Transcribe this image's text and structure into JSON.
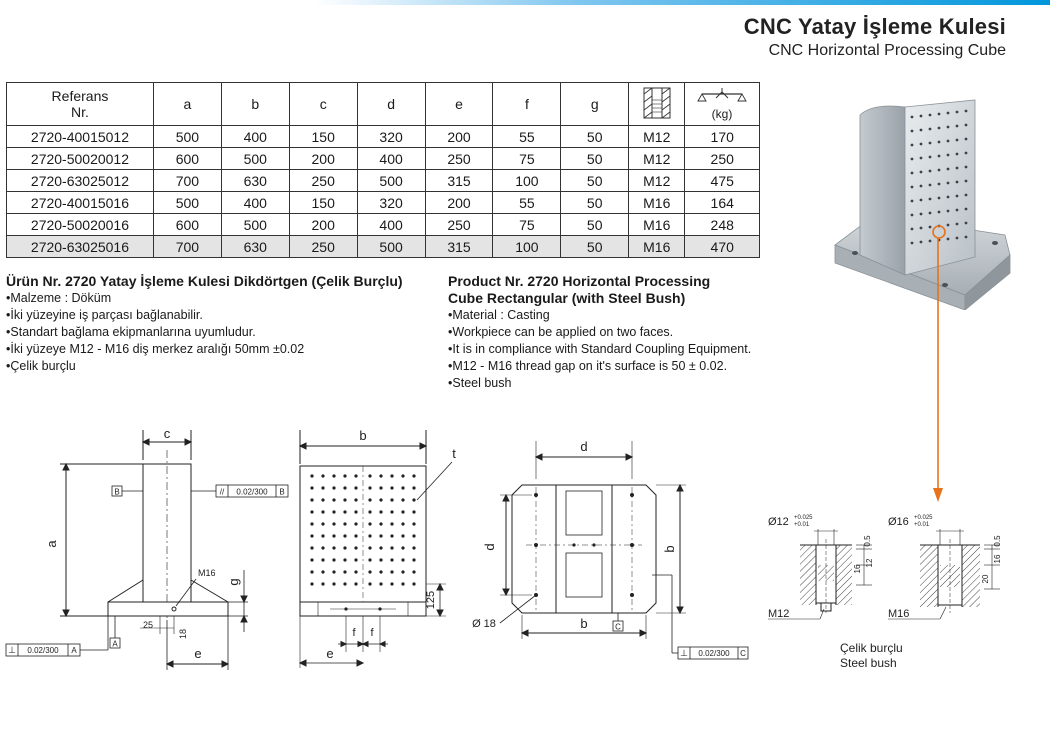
{
  "header": {
    "title_tr": "CNC Yatay İşleme Kulesi",
    "title_en": "CNC Horizontal Processing Cube"
  },
  "table": {
    "header_ref_line1": "Referans",
    "header_ref_line2": "Nr.",
    "columns": [
      "a",
      "b",
      "c",
      "d",
      "e",
      "f",
      "g"
    ],
    "weight_label": "(kg)",
    "rows": [
      [
        "2720-40015012",
        "500",
        "400",
        "150",
        "320",
        "200",
        "55",
        "50",
        "M12",
        "170"
      ],
      [
        "2720-50020012",
        "600",
        "500",
        "200",
        "400",
        "250",
        "75",
        "50",
        "M12",
        "250"
      ],
      [
        "2720-63025012",
        "700",
        "630",
        "250",
        "500",
        "315",
        "100",
        "50",
        "M12",
        "475"
      ],
      [
        "2720-40015016",
        "500",
        "400",
        "150",
        "320",
        "200",
        "55",
        "50",
        "M16",
        "164"
      ],
      [
        "2720-50020016",
        "600",
        "500",
        "200",
        "400",
        "250",
        "75",
        "50",
        "M16",
        "248"
      ],
      [
        "2720-63025016",
        "700",
        "630",
        "250",
        "500",
        "315",
        "100",
        "50",
        "M16",
        "470"
      ]
    ]
  },
  "desc_tr": {
    "title": "Ürün Nr. 2720 Yatay İşleme Kulesi Dikdörtgen (Çelik Burçlu)",
    "items": [
      "Malzeme : Döküm",
      "İki yüzeyine iş parçası bağlanabilir.",
      "Standart bağlama ekipmanlarına uyumludur.",
      "İki yüzeye M12 - M16 diş merkez aralığı 50mm ±0.02",
      "Çelik burçlu"
    ]
  },
  "desc_en": {
    "title_line1": "Product Nr. 2720 Horizontal Processing",
    "title_line2": "Cube Rectangular (with Steel Bush)",
    "items": [
      "Material : Casting",
      "Workpiece can be applied on two faces.",
      "It is in compliance with Standard Coupling Equipment.",
      "M12 -  M16 thread gap on it's surface is 50 ± 0.02.",
      "Steel bush"
    ]
  },
  "drawing_side": {
    "dim_c": "c",
    "dim_a": "a",
    "dim_e": "e",
    "dim_g": "g",
    "datum_b": "B",
    "datum_a": "A",
    "tol_parallel": "0.02/300",
    "tol_parallel_ref": "B",
    "tol_perp": "0.02/300",
    "tol_perp_ref": "A",
    "thread": "M16",
    "dim_25": "25",
    "dim_18": "18"
  },
  "drawing_front": {
    "dim_b": "b",
    "dim_t": "t",
    "dim_e": "e",
    "dim_f1": "f",
    "dim_f2": "f",
    "dim_125": "125"
  },
  "drawing_top": {
    "dim_d_top": "d",
    "dim_d_left": "d",
    "dim_b_right": "b",
    "dim_b_bottom": "b",
    "hole": "Ø 18",
    "datum_c": "C",
    "tol_perp": "0.02/300",
    "tol_perp_ref": "C"
  },
  "bush": {
    "m12_dia": "Ø12",
    "m12_tol_up": "+0.025",
    "m12_tol_low": "+0.01",
    "m12_d05": "0.5",
    "m12_d16": "16",
    "m12_d12": "12",
    "m12_label": "M12",
    "m16_dia": "Ø16",
    "m16_tol_up": "+0.025",
    "m16_tol_low": "+0.01",
    "m16_d05": "0.5",
    "m16_d16": "16",
    "m16_d20": "20",
    "m16_label": "M16",
    "caption_tr": "Çelik burçlu",
    "caption_en": "Steel bush"
  },
  "colors": {
    "accent_blue": "#0096db",
    "arrow_orange": "#e6731c",
    "row_shade": "#e4e4e4"
  }
}
